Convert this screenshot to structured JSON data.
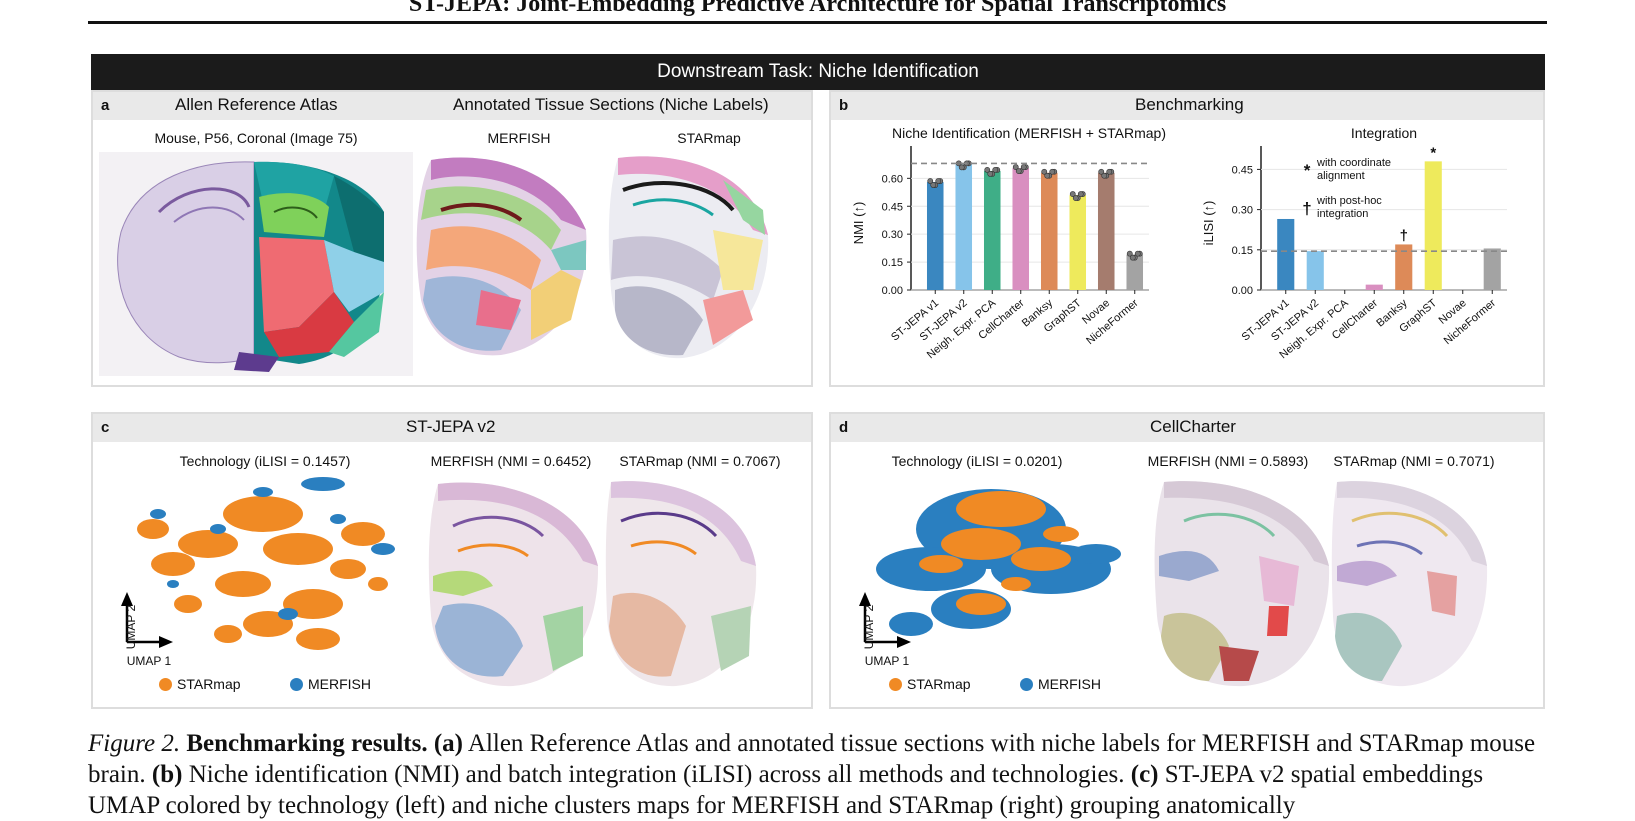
{
  "header": {
    "title": "ST-JEPA: Joint-Embedding Predictive Architecture for Spatial Transcriptomics"
  },
  "banner": "Downstream Task: Niche Identification",
  "panel_a": {
    "label": "a",
    "atlas_title": "Allen Reference Atlas",
    "sections_title": "Annotated Tissue Sections (Niche Labels)",
    "atlas_sub": "Mouse, P56, Coronal (Image 75)",
    "merfish_sub": "MERFISH",
    "starmap_sub": "STARmap"
  },
  "panel_b": {
    "label": "b",
    "title": "Benchmarking"
  },
  "panel_c": {
    "label": "c",
    "title": "ST-JEPA v2",
    "umap_title": "Technology (iLISI = 0.1457)",
    "merfish_title": "MERFISH (NMI = 0.6452)",
    "starmap_title": "STARmap (NMI = 0.7067)",
    "axis_x": "UMAP 1",
    "axis_y": "UMAP 2",
    "legend_starmap": "STARmap",
    "legend_merfish": "MERFISH"
  },
  "panel_d": {
    "label": "d",
    "title": "CellCharter",
    "umap_title": "Technology (iLISI = 0.0201)",
    "merfish_title": "MERFISH (NMI = 0.5893)",
    "starmap_title": "STARmap (NMI = 0.7071)",
    "axis_x": "UMAP 1",
    "axis_y": "UMAP 2",
    "legend_starmap": "STARmap",
    "legend_merfish": "MERFISH"
  },
  "colors": {
    "starmap": "#f08a24",
    "merfish": "#2a7fc0",
    "banner": "#1b1b1b",
    "panel_head": "#e9e9e9"
  },
  "chart_data": [
    {
      "type": "bar",
      "title": "Niche Identification (MERFISH + STARmap)",
      "ylabel": "NMI (↑)",
      "ylim": [
        0,
        0.72
      ],
      "yticks": [
        "0.00",
        "0.15",
        "0.30",
        "0.45",
        "0.60"
      ],
      "reference_line": 0.68,
      "categories": [
        "ST-JEPA v1",
        "ST-JEPA v2",
        "Neigh. Expr. PCA",
        "CellCharter",
        "Banksy",
        "GraphST",
        "Novae",
        "NicheFormer"
      ],
      "values": [
        0.58,
        0.675,
        0.64,
        0.655,
        0.63,
        0.51,
        0.63,
        0.19
      ],
      "colors": [
        "#3a87c0",
        "#86c4ea",
        "#3fae87",
        "#d98fc0",
        "#dd8a58",
        "#eeea5c",
        "#a57c6e",
        "#a3a3a3"
      ]
    },
    {
      "type": "bar",
      "title": "Integration",
      "ylabel": "iLISI (↑)",
      "ylim": [
        0,
        0.5
      ],
      "yticks": [
        "0.00",
        "0.15",
        "0.30",
        "0.45"
      ],
      "reference_line": 0.145,
      "categories": [
        "ST-JEPA v1",
        "ST-JEPA v2",
        "Neigh. Expr. PCA",
        "CellCharter",
        "Banksy",
        "GraphST",
        "Novae",
        "NicheFormer"
      ],
      "values": [
        0.265,
        0.145,
        0.0,
        0.02,
        0.17,
        0.48,
        0.0,
        0.155
      ],
      "colors": [
        "#3a87c0",
        "#86c4ea",
        "#3fae87",
        "#d98fc0",
        "#dd8a58",
        "#eeea5c",
        "#a57c6e",
        "#a3a3a3"
      ],
      "markers": [
        "",
        "",
        "",
        "",
        "†",
        "*",
        "",
        ""
      ],
      "annotations": [
        {
          "symbol": "*",
          "text1": "with coordinate",
          "text2": "alignment"
        },
        {
          "symbol": "†",
          "text1": "with post-hoc",
          "text2": "integration"
        }
      ]
    }
  ],
  "caption": {
    "fig": "Figure 2.",
    "bold": "Benchmarking results.",
    "a_tag": "(a)",
    "a_text": "Allen Reference Atlas and annotated tissue sections with niche labels for MERFISH and STARmap mouse brain.",
    "b_tag": "(b)",
    "b_text": "Niche identification (NMI) and batch integration (iLISI) across all methods and technologies.",
    "c_tag": "(c)",
    "c_text": "ST-JEPA v2 spatial embeddings UMAP colored by technology (left) and niche clusters maps for MERFISH and STARmap (right) grouping anatomically"
  }
}
